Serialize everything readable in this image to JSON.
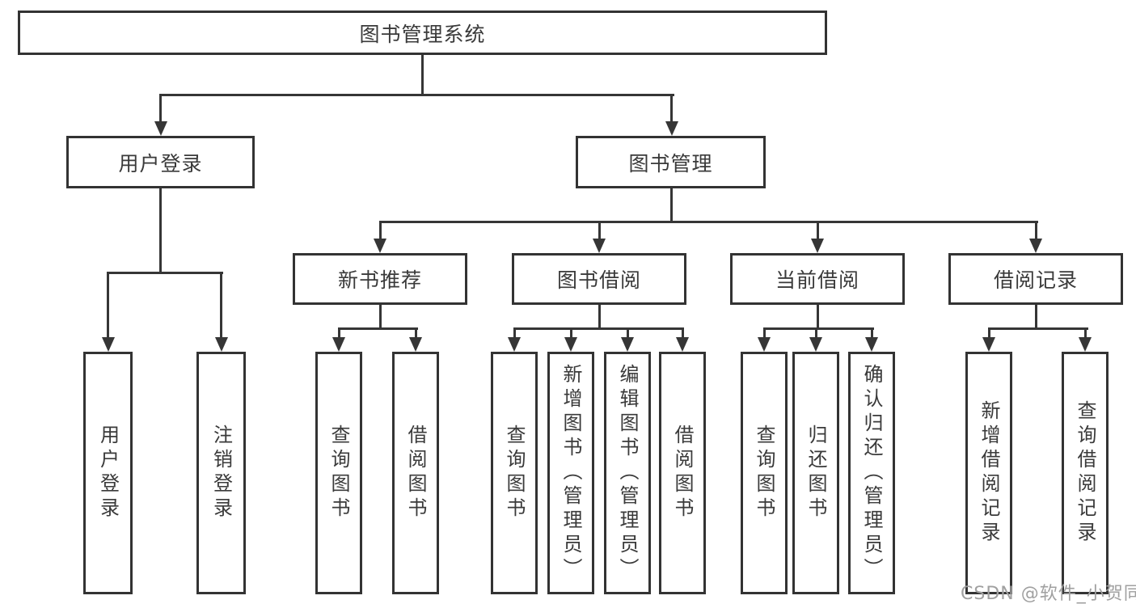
{
  "tree": {
    "root": {
      "label": "图书管理系统"
    },
    "branches": [
      {
        "label": "用户登录",
        "children": [
          {
            "label": "用户登录"
          },
          {
            "label": "注销登录"
          }
        ]
      },
      {
        "label": "图书管理",
        "children": [
          {
            "label": "新书推荐",
            "children": [
              {
                "label": "查询图书"
              },
              {
                "label": "借阅图书"
              }
            ]
          },
          {
            "label": "图书借阅",
            "children": [
              {
                "label": "查询图书"
              },
              {
                "label": "新增图书（管理员）"
              },
              {
                "label": "编辑图书（管理员）"
              },
              {
                "label": "借阅图书"
              }
            ]
          },
          {
            "label": "当前借阅",
            "children": [
              {
                "label": "查询图书"
              },
              {
                "label": "归还图书"
              },
              {
                "label": "确认归还（管理员）"
              }
            ]
          },
          {
            "label": "借阅记录",
            "children": [
              {
                "label": "新增借阅记录"
              },
              {
                "label": "查询借阅记录"
              }
            ]
          }
        ]
      }
    ]
  },
  "watermark": "CSDN @软件_小贺同学",
  "colors": {
    "background": "#ffffff",
    "box_fill": "#ffffff",
    "box_border": "#333333",
    "line": "#363636",
    "text": "#3a3a3a",
    "watermark": "#a0a0a0"
  }
}
